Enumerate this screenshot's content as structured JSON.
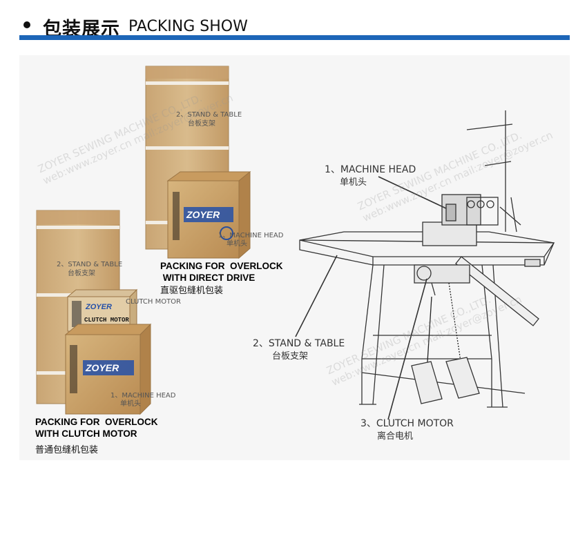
{
  "header": {
    "title_cn": "包装展示",
    "title_en": "PACKING SHOW"
  },
  "left_package": {
    "stand_label_en": "2、STAND & TABLE",
    "stand_label_cn": "台板支架",
    "motor_label": "CLUTCH MOTOR",
    "head_label_en": "1、MACHINE HEAD",
    "head_label_cn": "单机头",
    "box_brand": "ZOYER",
    "box_text": "CLUTCH MOTOR",
    "caption_en": "PACKING FOR  OVERLOCK\nWITH CLUTCH MOTOR",
    "caption_cn": "普通包缝机包装"
  },
  "mid_package": {
    "stand_label_en": "2、STAND & TABLE",
    "stand_label_cn": "台板支架",
    "head_label_en": "1、MACHINE HEAD",
    "head_label_cn": "单机头",
    "box_brand": "ZOYER",
    "caption_en": "PACKING FOR  OVERLOCK\n WITH DIRECT DRIVE",
    "caption_cn": "直驱包缝机包装"
  },
  "diagram": {
    "head_en": "1、MACHINE HEAD",
    "head_cn": "单机头",
    "stand_en": "2、STAND & TABLE",
    "stand_cn": "台板支架",
    "motor_en": "3、CLUTCH MOTOR",
    "motor_cn": "离合电机"
  },
  "watermark": {
    "line1": "ZOYER SEWING MACHINE CO.,LTD.",
    "line2": "web:www.zoyer.cn    mail:zoyer@zoyer.cn"
  }
}
